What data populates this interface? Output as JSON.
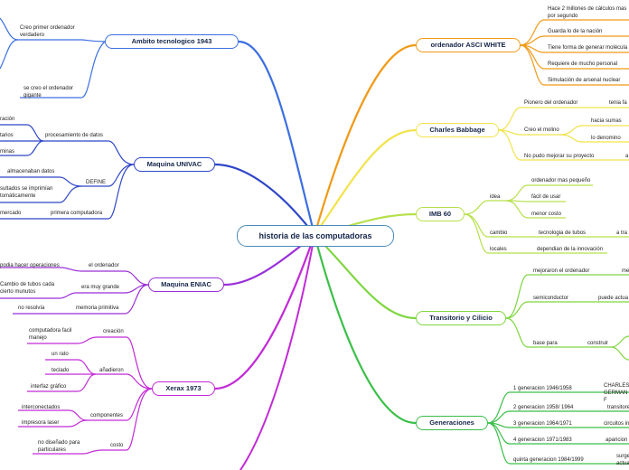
{
  "center": "historia de las computadoras",
  "left": {
    "ambito": {
      "title": "Ambito tecnologico 1943",
      "items": [
        "Creo primer ordenador verdadero",
        "se creo el ordenador gigante"
      ]
    },
    "univac": {
      "title": "Maquina UNIVAC",
      "procesamiento": "procesamiento de datos",
      "proc_children": [
        "ración",
        "tarios",
        "minas"
      ],
      "define": "DEFINE",
      "define_children": [
        "almacenaban datos",
        "sultados se imprimían tomáticamente"
      ],
      "primera": "primera computadora",
      "primera_child": "mercado"
    },
    "eniac": {
      "title": "Maquina ENIAC",
      "items": [
        {
          "label": "el ordenador",
          "child": "podia hacer operaciones"
        },
        {
          "label": "era muy grande",
          "child": "Cambio de tubos cada cierto munutos"
        },
        {
          "label": "memoria primitiva",
          "child": "no resolvía"
        }
      ]
    },
    "xerax": {
      "title": "Xerax 1973",
      "creacion": "creación",
      "creacion_child": "computadora facil manejo",
      "anadieron": "añadieron",
      "anadieron_children": [
        "un rato",
        "teclado",
        "interfaz gráfico"
      ],
      "componentes": "componentes",
      "componentes_children": [
        "interconectados",
        "impresora laser"
      ],
      "costo": "costo",
      "costo_child": "no diseñado para particulares"
    }
  },
  "right": {
    "asci": {
      "title": "ordenador ASCI WHITE",
      "items": [
        "Hace 2 millones de cálculos mas por segundo",
        "Guarda lo de la nación",
        "Tiene forma de generar molécula",
        "Requiere de mucho personal",
        "Simulación de arsenal nuclear"
      ]
    },
    "babbage": {
      "title": "Charles Babbage",
      "pionero": "Pionero del ordenador",
      "pionero_child": "tenia fa",
      "creo": "Creo el molino",
      "creo_children": [
        "hacia sumas",
        "lo denomino"
      ],
      "nopudo": "No pudo mejorar su proyecto",
      "nopudo_child": "a"
    },
    "imb": {
      "title": "IMB 60",
      "idea": "idea",
      "idea_children": [
        "ordenador mas pequeño",
        "fácil de usar",
        "menor costo"
      ],
      "cambio": "cambio",
      "cambio_child": "tecnologia de tubos",
      "cambio_grandchild": "a tra",
      "locales": "locales",
      "locales_child": "dependian de la innovación"
    },
    "transitorio": {
      "title": "Transitorio y Cilicio",
      "mejoraron": "mejoraron el ordenador",
      "mejoraron_child": "me",
      "semi": "semiconductor",
      "semi_child": "puede actua",
      "base": "base para",
      "base_child": "construir"
    },
    "generaciones": {
      "title": "Generaciones",
      "items": [
        {
          "label": "1 generacion 1946/1958",
          "child": "CHARLES GERMAN F"
        },
        {
          "label": "2 generacion 1958/ 1964",
          "child": "transitore"
        },
        {
          "label": "3 generacion 1964/1971",
          "child": "circuitos in"
        },
        {
          "label": "4 generacion 1971/1983",
          "child": "aparicion"
        },
        {
          "label": "quinta generacion 1984/1999",
          "child": "surgen actual"
        }
      ]
    }
  }
}
